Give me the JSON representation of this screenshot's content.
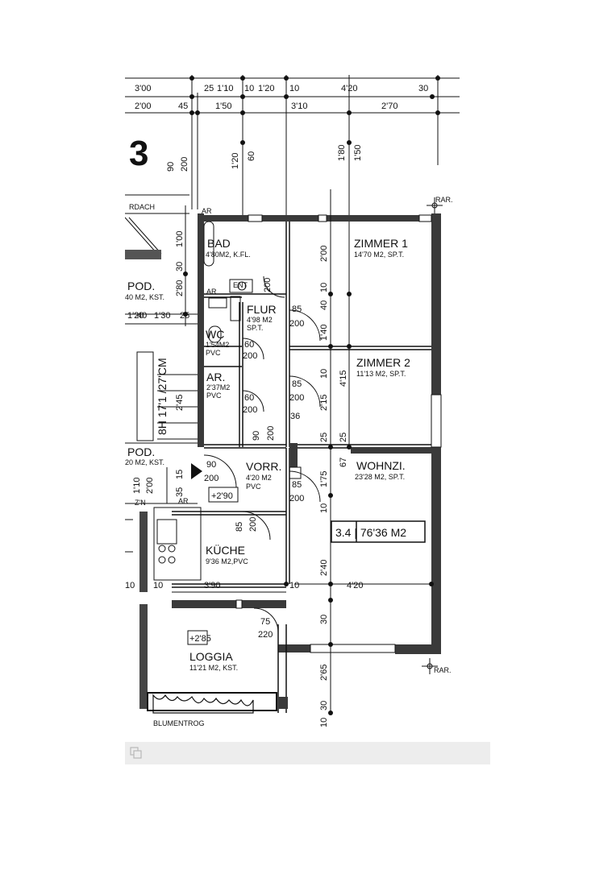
{
  "plan": {
    "unit_number": "3",
    "unit_area": "3.4 | 76'36 M2",
    "dims_top_row1": [
      "3'00",
      "25",
      "1'10",
      "10",
      "1'20",
      "10",
      "4'20",
      "30"
    ],
    "dims_top_row2": [
      "2'00",
      "45",
      "1'50",
      "3'10",
      "2'70"
    ],
    "dims_top_vertical": [
      "90",
      "200",
      "1'20",
      "60",
      "1'80",
      "1'50"
    ],
    "markers": {
      "rar": "RAR.",
      "ar": "AR",
      "dach": "RDACH",
      "zn": "Z'N",
      "zn_ar": "AR",
      "flower_box": "BLUMENTROG"
    },
    "rooms": [
      {
        "name": "ZIMMER 1",
        "info": "14'70 M2, SP.T."
      },
      {
        "name": "ZIMMER 2",
        "info": "11'13 M2, SP.T."
      },
      {
        "name": "WOHNZI.",
        "info": "23'28 M2, SP.T."
      },
      {
        "name": "BAD",
        "info": "4'80M2, K.FL."
      },
      {
        "name": "FLUR",
        "info": "4'98 M2",
        "info2": "SP.T."
      },
      {
        "name": "WC",
        "info": "1'54M2",
        "info2": "PVC"
      },
      {
        "name": "AR.",
        "info": "2'37M2",
        "info2": "PVC"
      },
      {
        "name": "VORR.",
        "info": "4'20 M2",
        "info2": "PVC"
      },
      {
        "name": "KÜCHE",
        "info": "9'36 M2,PVC"
      },
      {
        "name": "LOGGIA",
        "info": "11'21 M2, KST."
      },
      {
        "name": "POD.",
        "info": "40 M2, KST."
      },
      {
        "name": "POD.",
        "info": "20 M2, KST."
      }
    ],
    "labels": {
      "ent": "ENT",
      "ar_small": "AR",
      "stair": "8H 17'1 /27'CM",
      "level_vorr": "+2'90",
      "level_loggia": "+2'85",
      "k120": "1'20",
      "k40": "40",
      "k130": "1'30",
      "k25": "25"
    },
    "door_dims": [
      {
        "w": "85",
        "h": "200"
      },
      {
        "w": "60",
        "h": "200"
      },
      {
        "w": "85",
        "h": "200"
      },
      {
        "w": "60",
        "h": "200"
      },
      {
        "w": "90",
        "h": "200"
      },
      {
        "w": "85",
        "h": "200"
      },
      {
        "w": "85",
        "h": "200"
      },
      {
        "w": "75",
        "h": "220"
      }
    ],
    "vertical_dims": [
      "2'00",
      "10",
      "40",
      "1'40",
      "10",
      "2'15",
      "4'15",
      "25",
      "25",
      "67",
      "1'75",
      "10",
      "2'40",
      "30",
      "2'65",
      "30",
      "10",
      "1'00",
      "2'80",
      "30",
      "2'45",
      "1'10",
      "2'00",
      "35",
      "15",
      "36",
      "90",
      "200",
      "200"
    ],
    "horizontal_dims": [
      "3'90",
      "10",
      "4'20",
      "10",
      "10",
      "200"
    ]
  }
}
